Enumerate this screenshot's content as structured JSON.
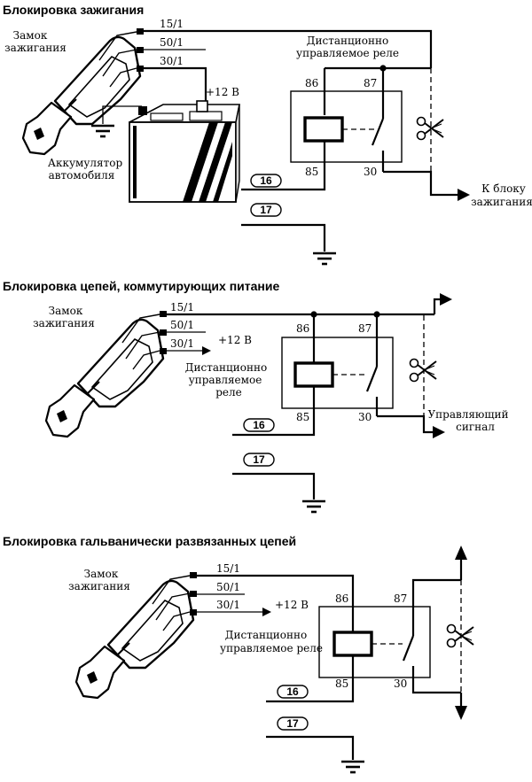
{
  "sections": [
    {
      "title": "Блокировка зажигания",
      "ignition_lock_label_1": "Замок",
      "ignition_lock_label_2": "зажигания",
      "terminals": [
        "15/1",
        "50/1",
        "30/1"
      ],
      "relay_label_1": "Дистанционно",
      "relay_label_2": "управляемое реле",
      "relay_pins": [
        "86",
        "87",
        "85",
        "30"
      ],
      "battery_voltage": "+12 В",
      "battery_label_1": "Аккумулятор",
      "battery_label_2": "автомобиля",
      "output_label_1": "К блоку",
      "output_label_2": "зажигания",
      "wires": [
        "16",
        "17"
      ]
    },
    {
      "title": "Блокировка цепей, коммутирующих питание",
      "ignition_lock_label_1": "Замок",
      "ignition_lock_label_2": "зажигания",
      "terminals": [
        "15/1",
        "50/1",
        "30/1"
      ],
      "supply_label": "+12 В",
      "relay_label_1": "Дистанционно",
      "relay_label_2": "управляемое",
      "relay_label_3": "реле",
      "relay_pins": [
        "86",
        "87",
        "85",
        "30"
      ],
      "output_label_1": "Управляющий",
      "output_label_2": "сигнал",
      "wires": [
        "16",
        "17"
      ]
    },
    {
      "title": "Блокировка гальванически развязанных цепей",
      "ignition_lock_label_1": "Замок",
      "ignition_lock_label_2": "зажигания",
      "terminals": [
        "15/1",
        "50/1",
        "30/1"
      ],
      "supply_label": "+12 В",
      "relay_label_1": "Дистанционно",
      "relay_label_2": "управляемое реле",
      "relay_pins": [
        "86",
        "87",
        "85",
        "30"
      ],
      "wires": [
        "16",
        "17"
      ]
    }
  ]
}
